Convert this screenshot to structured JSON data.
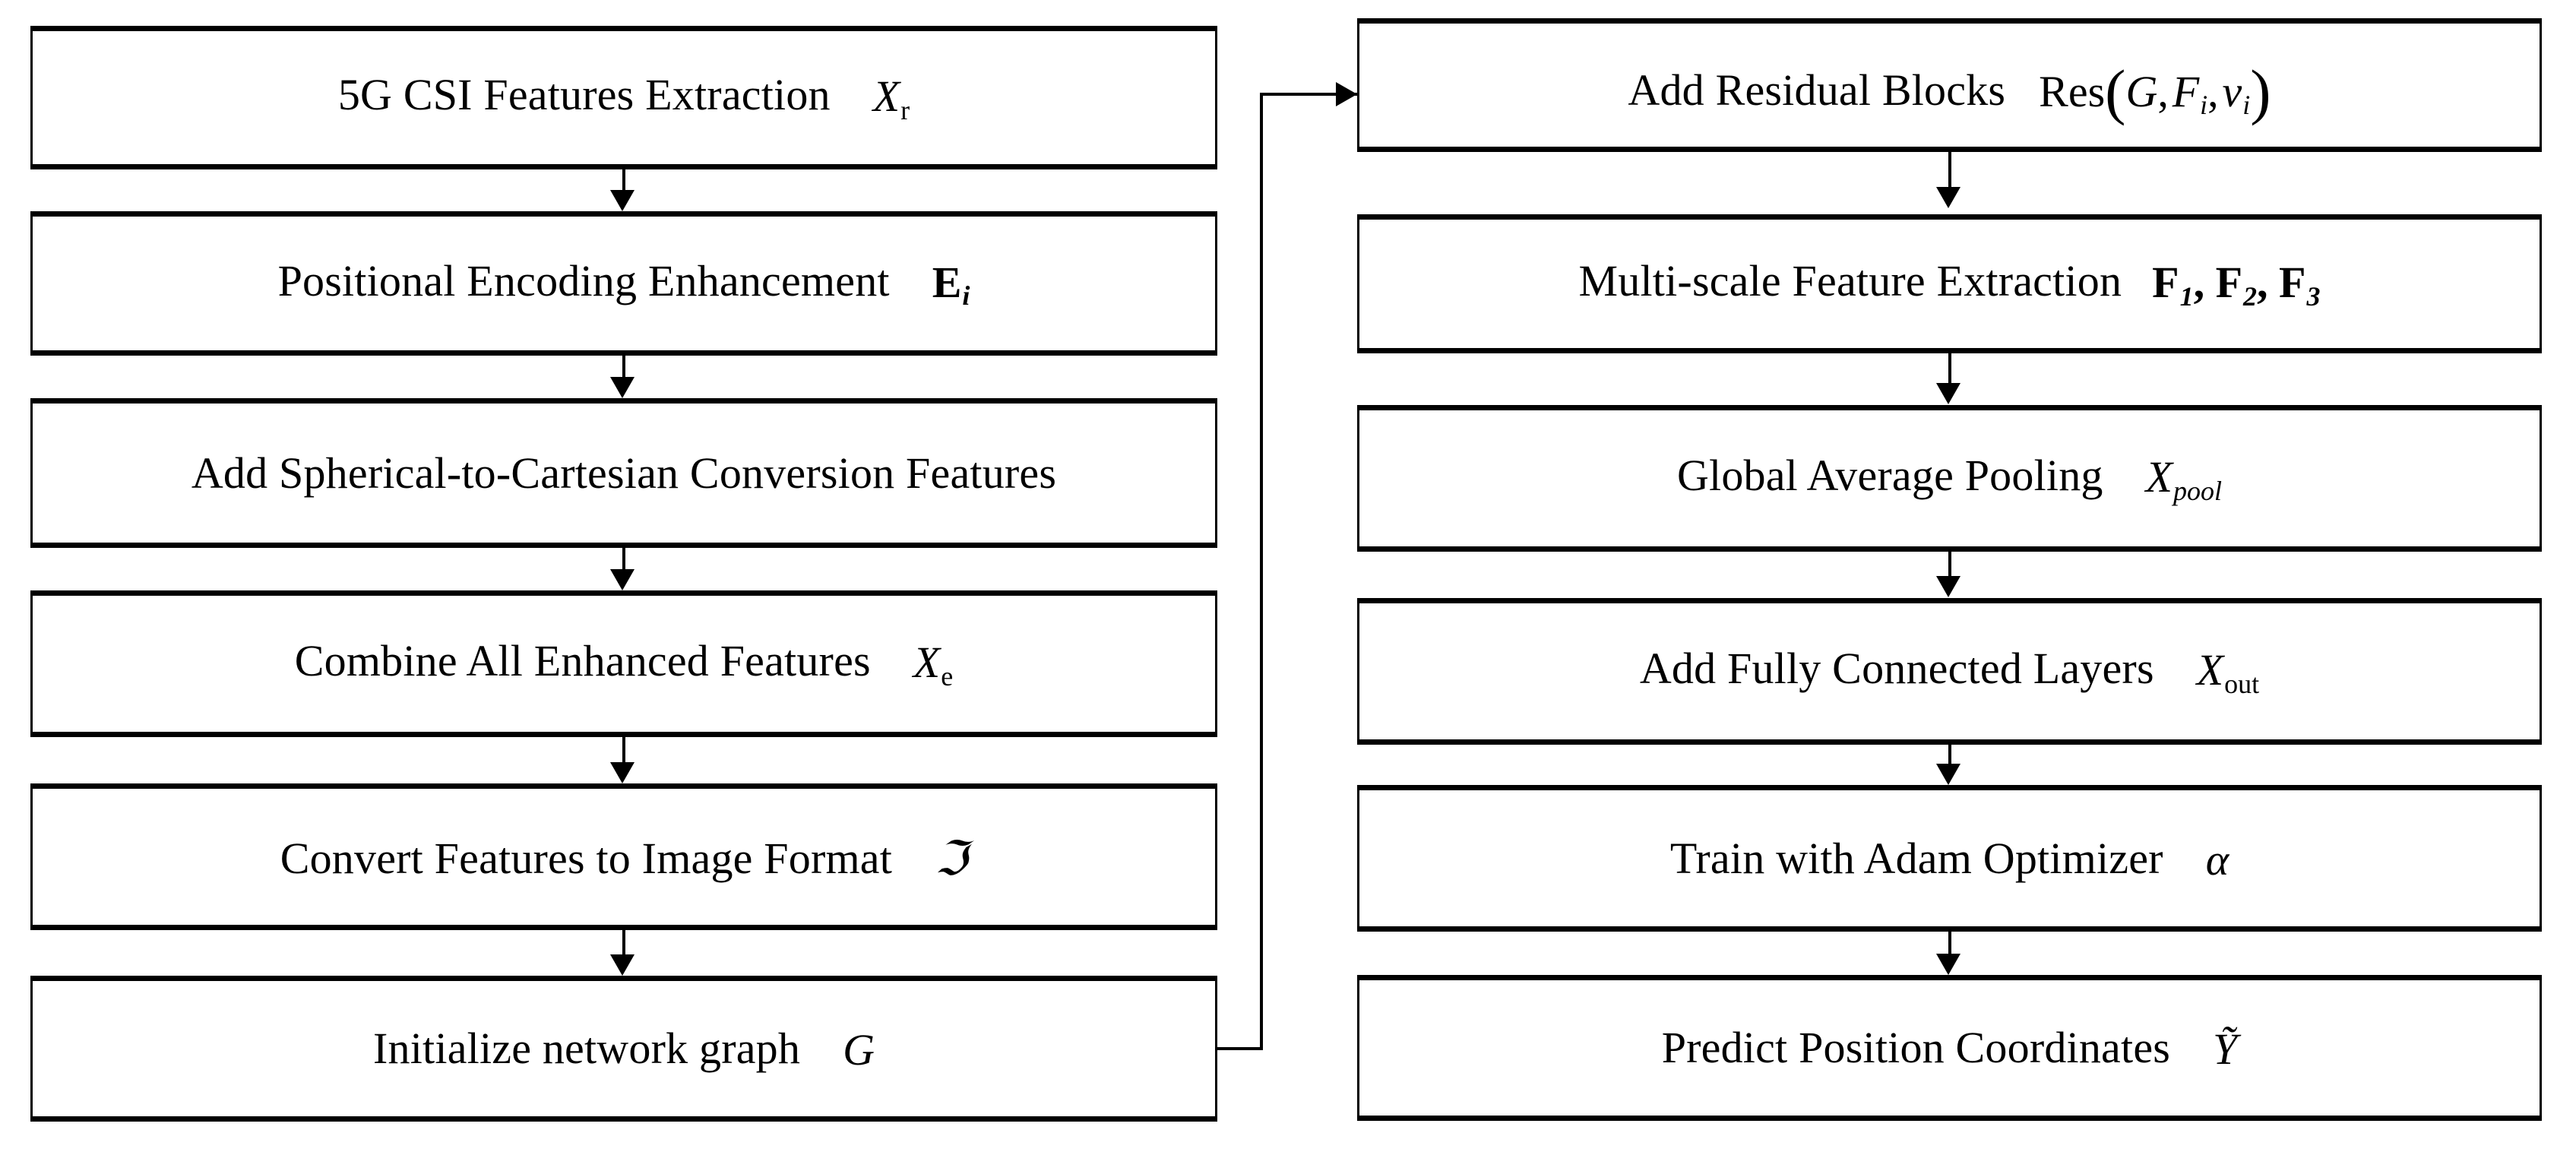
{
  "diagram": {
    "title": "Positioning model pipeline flowchart",
    "background_color": "#ffffff",
    "line_color": "#000000",
    "columns": [
      {
        "name": "left-column",
        "steps": [
          {
            "id": "csi-extraction",
            "label": "5G CSI Features Extraction",
            "symbol": "X",
            "symbol_sub": "r",
            "symbol_style": "italic"
          },
          {
            "id": "positional-encoding",
            "label": "Positional Encoding Enhancement",
            "symbol": "E",
            "symbol_sub": "i",
            "symbol_style": "bold"
          },
          {
            "id": "spherical-cartesian",
            "label": "Add Spherical-to-Cartesian Conversion Features",
            "symbol": "",
            "symbol_sub": "",
            "symbol_style": "none"
          },
          {
            "id": "combine-features",
            "label": "Combine All Enhanced Features",
            "symbol": "X",
            "symbol_sub": "e",
            "symbol_style": "italic"
          },
          {
            "id": "convert-image-format",
            "label": "Convert Features to Image Format",
            "symbol": "ℑ",
            "symbol_sub": "",
            "symbol_style": "fraktur"
          },
          {
            "id": "initialize-graph",
            "label": "Initialize network graph",
            "symbol": "G",
            "symbol_sub": "",
            "symbol_style": "italic"
          }
        ]
      },
      {
        "name": "right-column",
        "steps": [
          {
            "id": "residual-blocks",
            "label": "Add Residual Blocks",
            "symbol": "Res(G, Fᵢ, vᵢ)",
            "symbol_sub": "",
            "symbol_style": "formula"
          },
          {
            "id": "multiscale-extraction",
            "label": "Multi-scale Feature Extraction",
            "symbol": "F₁, F₂, F₃",
            "symbol_sub": "",
            "symbol_style": "bold"
          },
          {
            "id": "global-avg-pooling",
            "label": "Global Average Pooling",
            "symbol": "X",
            "symbol_sub": "pool",
            "symbol_style": "italic"
          },
          {
            "id": "fully-connected",
            "label": "Add Fully Connected Layers",
            "symbol": "X",
            "symbol_sub": "out",
            "symbol_style": "italic"
          },
          {
            "id": "adam-optimizer",
            "label": "Train with Adam Optimizer",
            "symbol": "α",
            "symbol_sub": "",
            "symbol_style": "italic"
          },
          {
            "id": "predict-coordinates",
            "label": "Predict Position Coordinates",
            "symbol": "Ỹ",
            "symbol_sub": "",
            "symbol_style": "italic-tilde"
          }
        ]
      }
    ],
    "formula_parts": {
      "res_name": "Res",
      "open_paren": "(",
      "arg1": "G",
      "comma1": ",",
      "arg2": "F",
      "arg2_sub": "i",
      "comma2": ",",
      "arg3": "v",
      "arg3_sub": "i",
      "close_paren": ")"
    },
    "multiscale_parts": {
      "f1": "F",
      "f1_sub": "1",
      "sep1": ",",
      "f2": "F",
      "f2_sub": "2",
      "sep2": ",",
      "f3": "F",
      "f3_sub": "3"
    },
    "cross_connector": {
      "name": "initialize-graph-to-residual-blocks",
      "description": "elbow connector from bottom-left box right edge up into top-right box left edge"
    }
  }
}
